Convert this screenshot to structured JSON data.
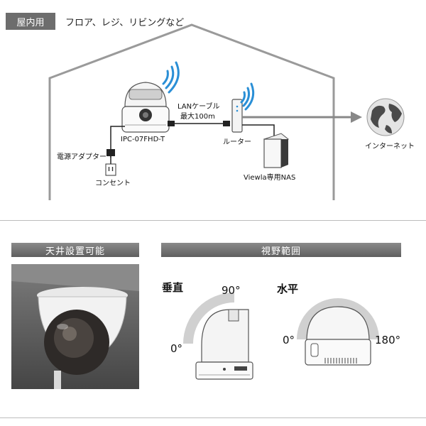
{
  "top_section": {
    "tag": "屋内用",
    "subtitle": "フロア、レジ、リビングなど"
  },
  "diagram": {
    "camera_model": "IPC-07FHD-T",
    "lan_cable_label_1": "LANケーブル",
    "lan_cable_label_2": "最大100m",
    "router_label": "ルーター",
    "internet_label": "インターネット",
    "power_adapter_label": "電源アダプター",
    "outlet_label": "コンセント",
    "nas_label": "Viewla専用NAS"
  },
  "ceiling_section": {
    "tag": "天井設置可能"
  },
  "view_section": {
    "tag": "視野範囲",
    "vertical_label": "垂直",
    "vertical_max": "90°",
    "vertical_min": "0°",
    "horizontal_label": "水平",
    "horizontal_min": "0°",
    "horizontal_max": "180°"
  },
  "colors": {
    "wifi": "#2a8fd6",
    "fov_arc": "#d0d0d0",
    "tag_bg": "#6d6d6d"
  }
}
